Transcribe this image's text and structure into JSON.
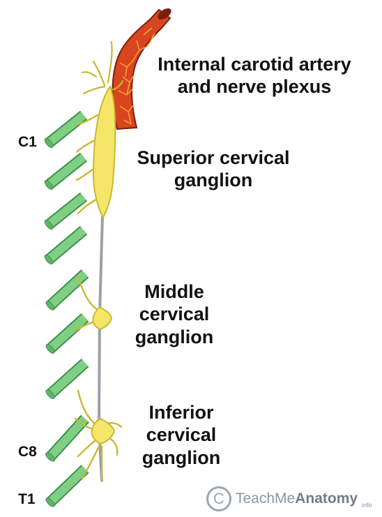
{
  "labels": {
    "artery": [
      "Internal carotid artery",
      "and nerve plexus"
    ],
    "superior": [
      "Superior cervical",
      "ganglion"
    ],
    "middle": [
      "Middle",
      "cervical",
      "ganglion"
    ],
    "inferior": [
      "Inferior",
      "cervical",
      "ganglion"
    ]
  },
  "levels": {
    "c1": "C1",
    "c8": "C8",
    "t1": "T1"
  },
  "watermark": {
    "brand_plain": "TeachMe",
    "brand_bold": "Anatomy",
    "suffix": "info",
    "symbol": "C"
  },
  "colors": {
    "artery": "#d9451f",
    "artery_net": "#f2a23a",
    "ganglion": "#f5e66a",
    "ganglion_outline": "#c9b82e",
    "trunk": "#9aa0a6",
    "rami": "#7fcf85",
    "rami_outline": "#3f8f4a",
    "rami_end": "#5fb568"
  }
}
